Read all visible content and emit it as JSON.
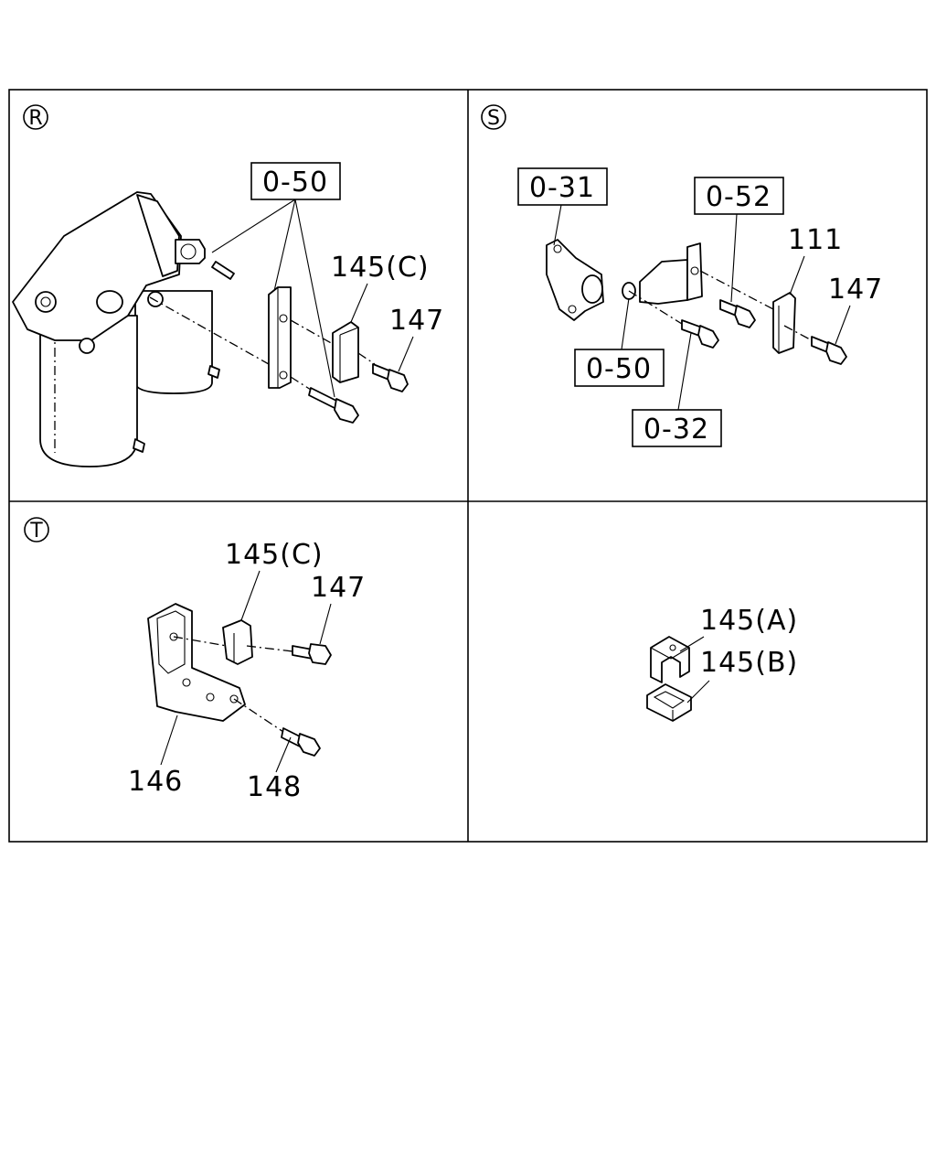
{
  "sections": [
    {
      "id": "R",
      "callouts": {
        "ref_box": "0-50",
        "clip": "145(C)",
        "bolt": "147"
      }
    },
    {
      "id": "S",
      "callouts": {
        "ref_a": "0-31",
        "ref_b": "0-52",
        "part_111": "111",
        "bolt": "147",
        "ref_c": "0-50",
        "ref_d": "0-32"
      }
    },
    {
      "id": "T",
      "callouts": {
        "clip": "145(C)",
        "bolt": "147",
        "bracket": "146",
        "bolt2": "148"
      }
    },
    {
      "id": "",
      "callouts": {
        "clip_a": "145(A)",
        "clip_b": "145(B)"
      }
    }
  ]
}
